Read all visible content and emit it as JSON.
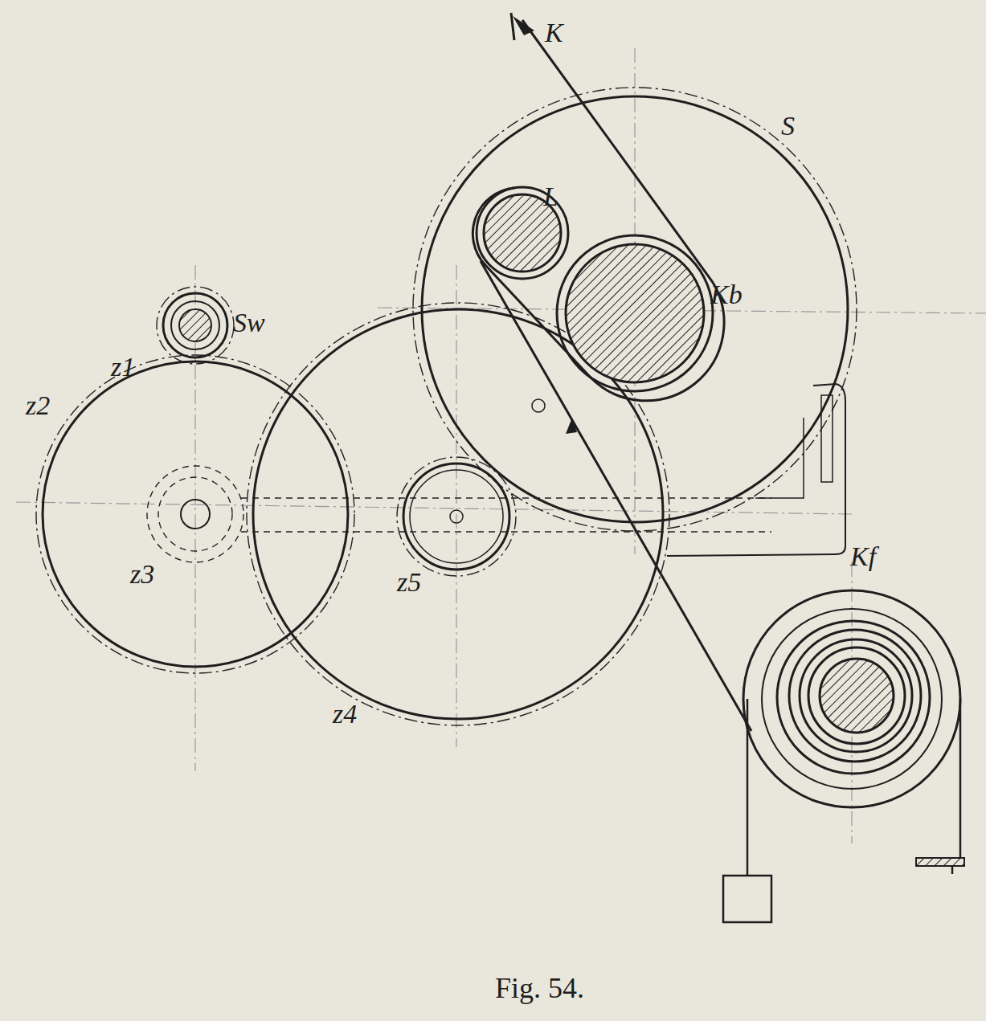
{
  "diagram": {
    "caption": "Fig. 54.",
    "labels": [
      "K",
      "S",
      "L",
      "Kb",
      "Sw",
      "z1",
      "z2",
      "z3",
      "z4",
      "z5",
      "Kf"
    ]
  }
}
